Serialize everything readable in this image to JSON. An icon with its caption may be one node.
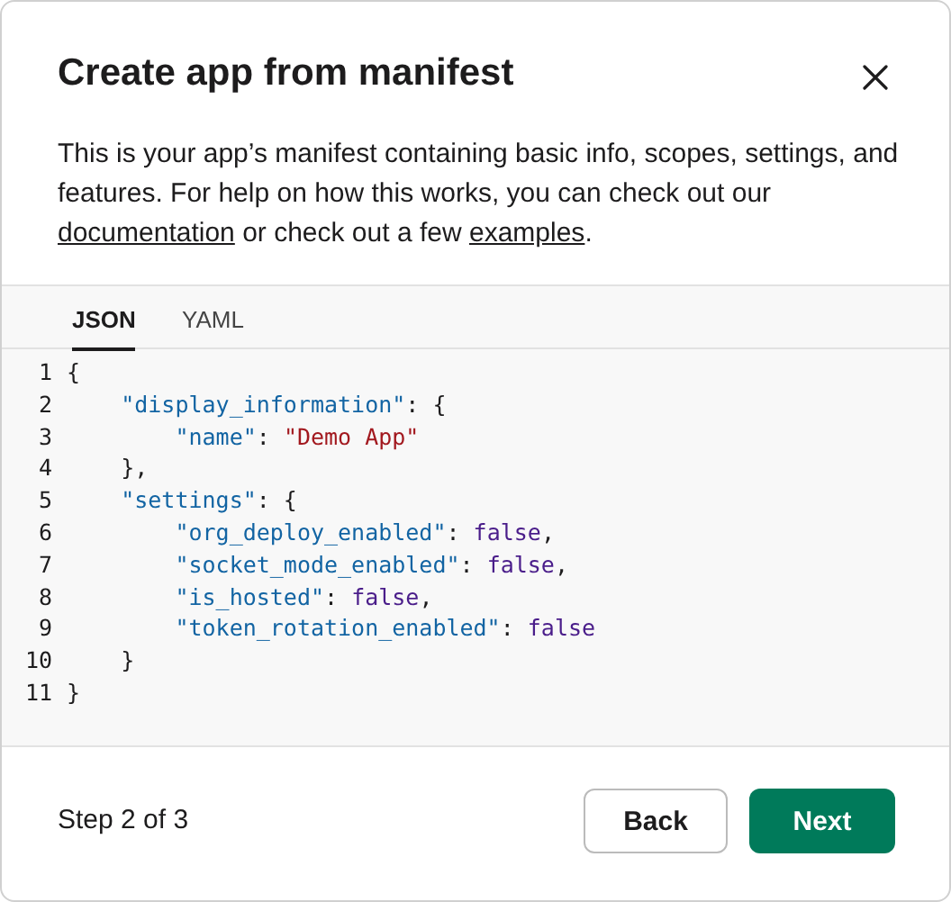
{
  "diagram": {
    "title": "Create app from manifest",
    "labels": [
      "This is your app’s manifest containing basic info, scopes, settings, and features. For help on how this works, you can check out our",
      "documentation",
      "or check out a few",
      "examples",
      ".",
      "JSON",
      "YAML",
      "1",
      "{",
      "2",
      "    \"display_information\": {",
      "3",
      "        \"name\": \"Demo App\"",
      "4",
      "    },",
      "5",
      "    \"settings\": {",
      "6",
      "        \"org_deploy_enabled\": false,",
      "7",
      "        \"socket_mode_enabled\": false,",
      "8",
      "        \"is_hosted\": false,",
      "9",
      "        \"token_rotation_enabled\": false",
      "10",
      "    }",
      "11",
      "}",
      "Step 2 of 3",
      "Back",
      "Next"
    ]
  }
}
